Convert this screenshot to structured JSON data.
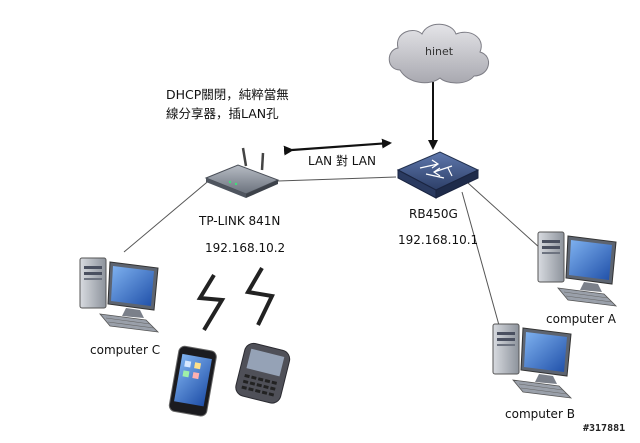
{
  "cloud": {
    "label": "hinet"
  },
  "note": {
    "line1": "DHCP關閉，純粹當無",
    "line2": "線分享器，插LAN孔"
  },
  "link_label": "LAN 對 LAN",
  "router_main": {
    "name": "RB450G",
    "ip": "192.168.10.1"
  },
  "router_ap": {
    "name": "TP-LINK 841N",
    "ip": "192.168.10.2"
  },
  "computers": {
    "a": "computer  A",
    "b": "computer B",
    "c": "computer C"
  },
  "footer_id": "#317881",
  "colors": {
    "line": "#444444",
    "arrow": "#111111",
    "cloud": "#c7c7cc",
    "router_body": "#3a4f7d",
    "screen": "#2e64c8"
  }
}
